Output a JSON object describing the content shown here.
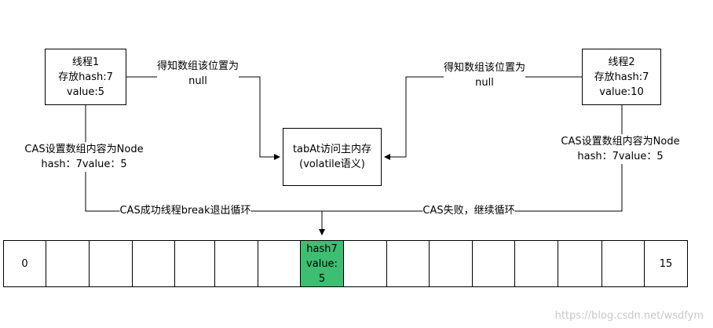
{
  "thread1": {
    "lines": [
      "线程1",
      "存放hash:7",
      "value:5"
    ]
  },
  "thread2": {
    "lines": [
      "线程2",
      "存放hash:7",
      "value:10"
    ]
  },
  "center": {
    "lines": [
      "tabAt访问主内存",
      "(volatile语义)"
    ]
  },
  "label_left_top": {
    "lines": [
      "得知数组该位置为",
      "null"
    ]
  },
  "label_right_top": {
    "lines": [
      "得知数组该位置为",
      "null"
    ]
  },
  "label_left_cas": {
    "lines": [
      "CAS设置数组内容为Node",
      "hash：7value：5"
    ]
  },
  "label_right_cas": {
    "lines": [
      "CAS设置数组内容为Node",
      "hash：7value：5"
    ]
  },
  "label_success": "CAS成功线程break退出循环",
  "label_fail": "CAS失败，继续循环",
  "array": {
    "cells": [
      "0",
      "",
      "",
      "",
      "",
      "",
      "",
      "",
      "",
      "",
      "",
      "",
      "",
      "",
      "",
      "15"
    ],
    "highlight_index": 7,
    "highlight_lines": [
      "hash7",
      "value:",
      "5"
    ],
    "highlight_color": "#3dbe73"
  },
  "watermark": "https://blog.csdn.net/wsdfym"
}
